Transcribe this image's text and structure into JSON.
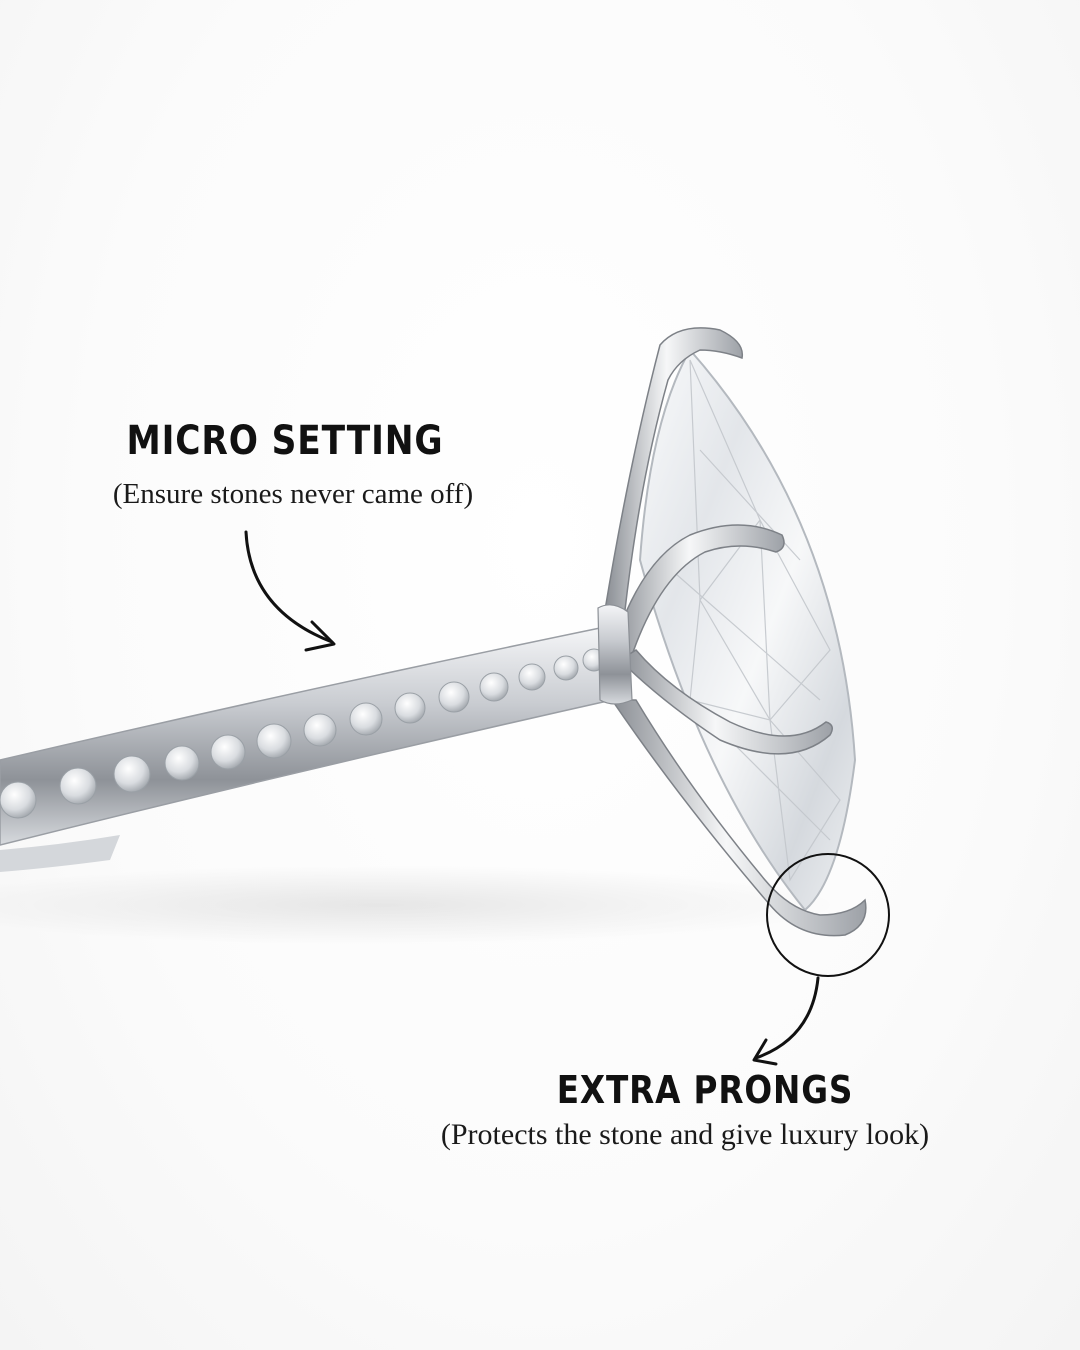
{
  "callouts": {
    "micro_setting": {
      "title": "MICRO SETTING",
      "subtitle": "(Ensure stones never came off)"
    },
    "extra_prongs": {
      "title": "EXTRA PRONGS",
      "subtitle": "(Protects the stone and give luxury look)"
    }
  },
  "image": {
    "subject": "side view of a pavé-set engagement ring with a marquise-cut stone held by prongs",
    "colors": {
      "background": "#ffffff",
      "metal": "#c9ccd1",
      "text": "#111111"
    }
  }
}
